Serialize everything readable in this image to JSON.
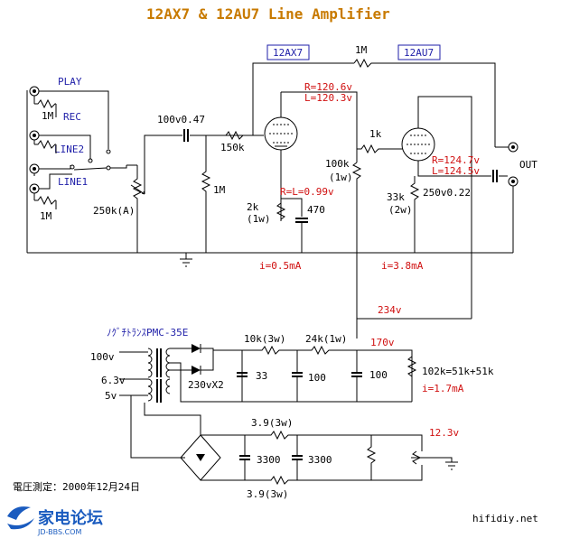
{
  "title": "12AX7 & 12AU7 Line Amplifier",
  "tube_labels": {
    "v1": "12AX7",
    "v2": "12AU7"
  },
  "inputs": {
    "play": "PLAY",
    "rec": "REC",
    "line2": "LINE2",
    "line1": "LINE1"
  },
  "input_resistor": "1M",
  "input_resistor_b": "1M",
  "volume_pot": "250k(A)",
  "coupling_cap": "100v0.47",
  "grid_leak": "1M",
  "grid_stopper": "150k",
  "feedback_resistor": "1M",
  "v1_voltages": {
    "r": "R=120.6v",
    "l": "L=120.3v",
    "cathode": "R=L=0.99v"
  },
  "v1_plate_load": "100k",
  "v1_plate_load_w": "(1w)",
  "v1_cathode_res": "2k",
  "v1_cathode_res_w": "(1w)",
  "v1_cathode_cap": "470",
  "v1_current": "i=0.5mA",
  "v2_grid_res": "1k",
  "v2_voltages": {
    "r": "R=124.7v",
    "l": "L=124.5v"
  },
  "v2_cathode_res": "33k",
  "v2_cathode_res_w": "(2w)",
  "output_cap": "250v0.22",
  "output_label": "OUT",
  "v2_current": "i=3.8mA",
  "b_plus": "234v",
  "transformer": "ﾉｸﾞﾁﾄﾗﾝｽPMC-35E",
  "tx_taps": {
    "t100": "100v",
    "t63": "6.3v",
    "t5": "5v"
  },
  "rectifier": "230vX2",
  "psu_res1": "10k(3w)",
  "psu_res2": "24k(1w)",
  "psu_v170": "170v",
  "psu_caps": {
    "c1": "33",
    "c2": "100",
    "c3": "100"
  },
  "bleeder": "102k=51k+51k",
  "bleeder_i": "i=1.7mA",
  "heater_res_top": "3.9(3w)",
  "heater_res_bot": "3.9(3w)",
  "heater_caps": {
    "c1": "3300",
    "c2": "3300"
  },
  "heater_v": "12.3v",
  "measure_date": "電圧測定：2000年12月24日",
  "logo_text": "家电论坛",
  "logo_sub": "JD-BBS.COM",
  "watermark": "hifidiy.net",
  "colors": {
    "title": "#c87a00",
    "blue": "#1f1fa8",
    "red": "#d01010",
    "logo": "#1a5bbf"
  }
}
